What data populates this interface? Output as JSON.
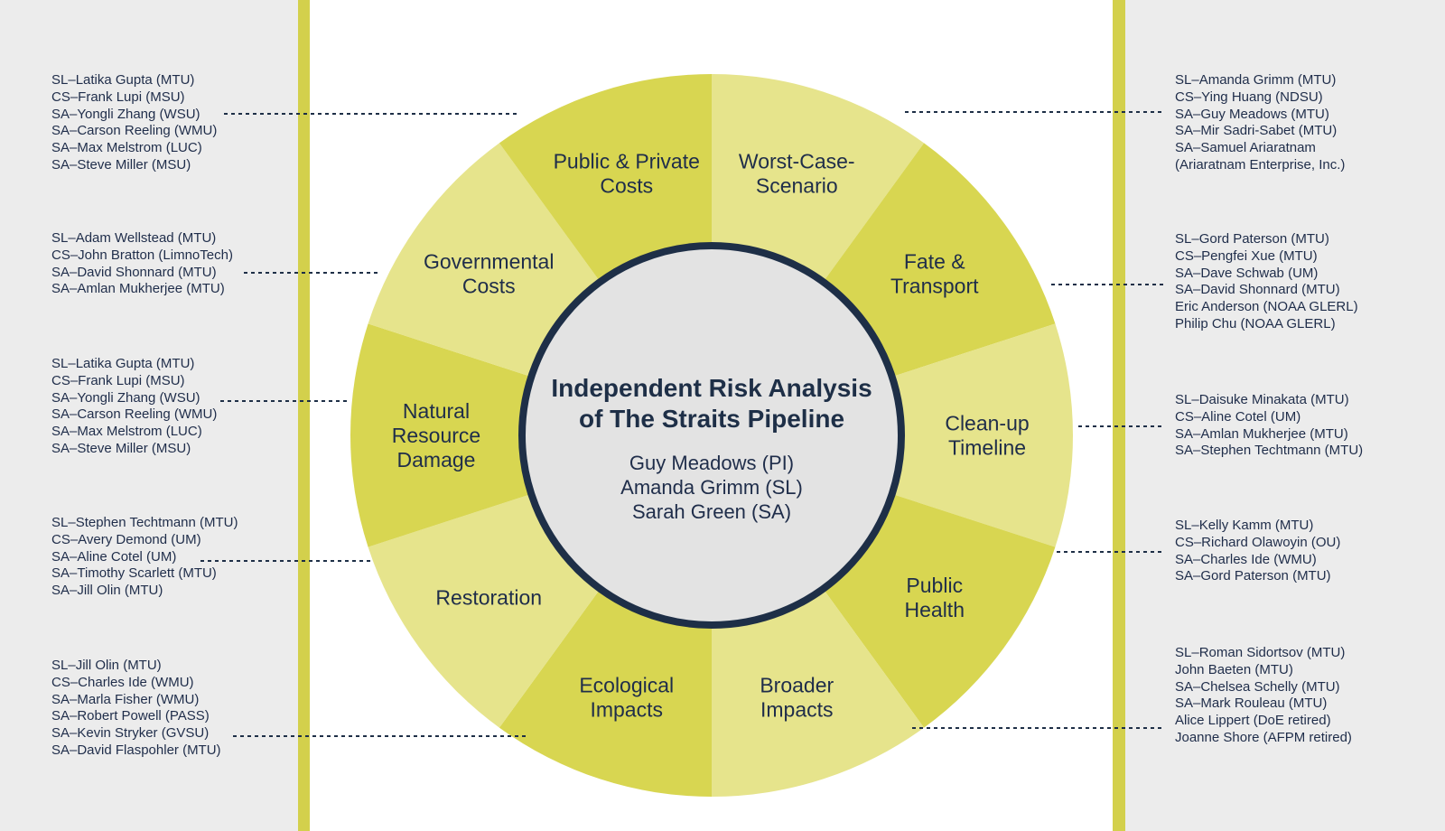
{
  "center": {
    "title_lines": [
      "Independent Risk Analysis",
      "of The Straits Pipeline"
    ],
    "people": [
      "Guy Meadows (PI)",
      "Amanda Grimm (SL)",
      "Sarah Green (SA)"
    ]
  },
  "segments": [
    {
      "key": "worst-case-scenario",
      "lines": [
        "Worst-Case-",
        "Scenario"
      ]
    },
    {
      "key": "fate-transport",
      "lines": [
        "Fate &",
        "Transport"
      ]
    },
    {
      "key": "clean-up-timeline",
      "lines": [
        "Clean-up",
        "Timeline"
      ]
    },
    {
      "key": "public-health",
      "lines": [
        "Public",
        "Health"
      ]
    },
    {
      "key": "broader-impacts",
      "lines": [
        "Broader",
        "Impacts"
      ]
    },
    {
      "key": "ecological-impacts",
      "lines": [
        "Ecological",
        "Impacts"
      ]
    },
    {
      "key": "restoration",
      "lines": [
        "Restoration"
      ]
    },
    {
      "key": "natural-resource-damage",
      "lines": [
        "Natural",
        "Resource",
        "Damage"
      ]
    },
    {
      "key": "governmental-costs",
      "lines": [
        "Governmental",
        "Costs"
      ]
    },
    {
      "key": "public-private-costs",
      "lines": [
        "Public & Private",
        "Costs"
      ]
    }
  ],
  "teams": {
    "left": [
      {
        "segment": "public-private-costs",
        "members": [
          "SL–Latika Gupta (MTU)",
          "CS–Frank Lupi (MSU)",
          "SA–Yongli Zhang (WSU)",
          "SA–Carson Reeling (WMU)",
          "SA–Max Melstrom (LUC)",
          "SA–Steve Miller (MSU)"
        ]
      },
      {
        "segment": "governmental-costs",
        "members": [
          "SL–Adam Wellstead (MTU)",
          "CS–John Bratton (LimnoTech)",
          "SA–David Shonnard (MTU)",
          "SA–Amlan Mukherjee (MTU)"
        ]
      },
      {
        "segment": "natural-resource-damage",
        "members": [
          "SL–Latika Gupta (MTU)",
          "CS–Frank Lupi (MSU)",
          "SA–Yongli Zhang (WSU)",
          "SA–Carson Reeling (WMU)",
          "SA–Max Melstrom (LUC)",
          "SA–Steve Miller (MSU)"
        ]
      },
      {
        "segment": "restoration",
        "members": [
          "SL–Stephen Techtmann (MTU)",
          "CS–Avery Demond (UM)",
          "SA–Aline Cotel (UM)",
          "SA–Timothy Scarlett (MTU)",
          "SA–Jill Olin (MTU)"
        ]
      },
      {
        "segment": "ecological-impacts",
        "members": [
          "SL–Jill Olin (MTU)",
          "CS–Charles Ide (WMU)",
          "SA–Marla Fisher (WMU)",
          "SA–Robert Powell (PASS)",
          "SA–Kevin Stryker (GVSU)",
          "SA–David Flaspohler (MTU)"
        ]
      }
    ],
    "right": [
      {
        "segment": "worst-case-scenario",
        "members": [
          "SL–Amanda Grimm (MTU)",
          "CS–Ying Huang (NDSU)",
          "SA–Guy Meadows (MTU)",
          "SA–Mir Sadri-Sabet (MTU)",
          "SA–Samuel Ariaratnam",
          "(Ariaratnam Enterprise, Inc.)"
        ]
      },
      {
        "segment": "fate-transport",
        "members": [
          "SL–Gord Paterson (MTU)",
          "CS–Pengfei Xue (MTU)",
          "SA–Dave Schwab (UM)",
          "SA–David Shonnard (MTU)",
          "Eric Anderson (NOAA GLERL)",
          "Philip Chu (NOAA GLERL)"
        ]
      },
      {
        "segment": "clean-up-timeline",
        "members": [
          "SL–Daisuke Minakata (MTU)",
          "CS–Aline Cotel (UM)",
          "SA–Amlan Mukherjee (MTU)",
          "SA–Stephen Techtmann (MTU)"
        ]
      },
      {
        "segment": "public-health",
        "members": [
          "SL–Kelly Kamm (MTU)",
          "CS–Richard Olawoyin (OU)",
          "SA–Charles Ide (WMU)",
          "SA–Gord Paterson (MTU)"
        ]
      },
      {
        "segment": "broader-impacts",
        "members": [
          "SL–Roman Sidortsov (MTU)",
          "John Baeten (MTU)",
          "SA–Chelsea Schelly (MTU)",
          "SA–Mark Rouleau (MTU)",
          "Alice Lippert (DoE retired)",
          "Joanne Shore (AFPM retired)"
        ]
      }
    ]
  },
  "colors": {
    "side_panel": "#ececec",
    "side_bar": "#d3d04c",
    "segment_dark": "#d8d651",
    "segment_light": "#e6e48c",
    "segment_divider": "#ffffff",
    "center_fill": "#e3e3e3",
    "center_ring": "#1e2f47",
    "text": "#1f2d4a"
  }
}
